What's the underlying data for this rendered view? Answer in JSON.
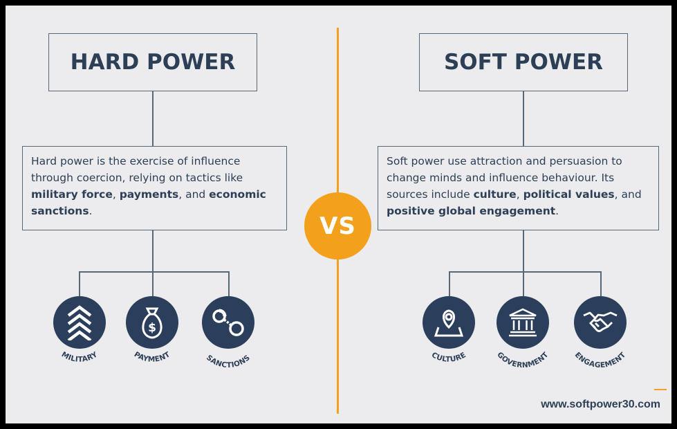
{
  "vs_label": "VS",
  "left": {
    "title": "HARD POWER",
    "desc_parts": [
      {
        "text": "Hard power is the exercise of influence through coercion, relying on tactics like ",
        "bold": false
      },
      {
        "text": "military force",
        "bold": true
      },
      {
        "text": ", ",
        "bold": false
      },
      {
        "text": "payments",
        "bold": true
      },
      {
        "text": ", and ",
        "bold": false
      },
      {
        "text": "economic sanctions",
        "bold": true
      },
      {
        "text": ".",
        "bold": false
      }
    ],
    "icons": [
      {
        "name": "military-icon",
        "label": "MILITARY"
      },
      {
        "name": "money-bag-icon",
        "label": "PAYMENT"
      },
      {
        "name": "handcuffs-icon",
        "label": "SANCTIONS"
      }
    ]
  },
  "right": {
    "title": "SOFT POWER",
    "desc_parts": [
      {
        "text": "Soft power use attraction and persuasion to change minds and influence behaviour. Its sources include ",
        "bold": false
      },
      {
        "text": "culture",
        "bold": true
      },
      {
        "text": ", ",
        "bold": false
      },
      {
        "text": "political values",
        "bold": true
      },
      {
        "text": ", and ",
        "bold": false
      },
      {
        "text": "positive global engagement",
        "bold": true
      },
      {
        "text": ".",
        "bold": false
      }
    ],
    "icons": [
      {
        "name": "map-pin-icon",
        "label": "CULTURE"
      },
      {
        "name": "government-building-icon",
        "label": "GOVERNMENT"
      },
      {
        "name": "handshake-icon",
        "label": "ENGAGEMENT"
      }
    ]
  },
  "website": "www.softpower30.com",
  "colors": {
    "navy": "#2b3f5c",
    "text": "#2d3f56",
    "orange": "#f3a11c",
    "line": "#556878",
    "background": "#ececee"
  }
}
